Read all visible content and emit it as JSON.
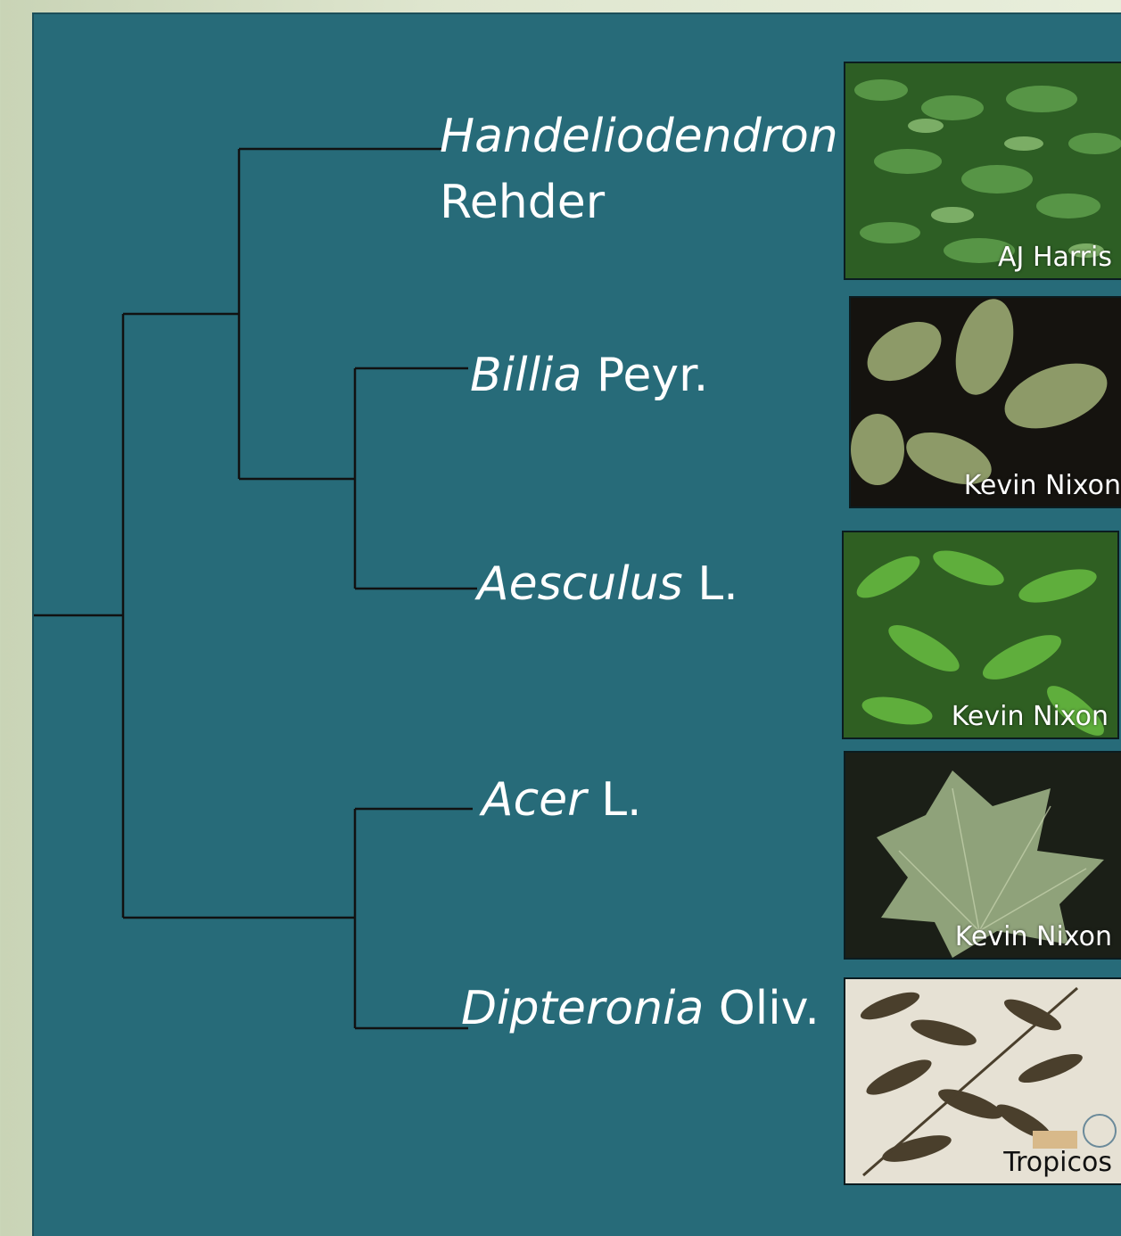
{
  "taxa": [
    {
      "genus": "Handeliodendron",
      "author": "Rehder"
    },
    {
      "genus": "Billia",
      "author": "Peyr."
    },
    {
      "genus": "Aesculus",
      "author": "L."
    },
    {
      "genus": "Acer",
      "author": "L."
    },
    {
      "genus": "Dipteronia",
      "author": "Oliv."
    }
  ],
  "photos": [
    {
      "credit": "AJ Harris",
      "icon": "tree-foliage-photo"
    },
    {
      "credit": "Kevin Nixon",
      "icon": "trifoliate-leaf-photo"
    },
    {
      "credit": "Kevin Nixon",
      "icon": "palmate-leaf-photo"
    },
    {
      "credit": "Kevin Nixon",
      "icon": "maple-leaf-photo"
    },
    {
      "credit": "Tropicos",
      "icon": "herbarium-specimen-photo"
    }
  ],
  "colors": {
    "panel": "#276b79",
    "branch": "#111111",
    "text": "#ffffff"
  }
}
